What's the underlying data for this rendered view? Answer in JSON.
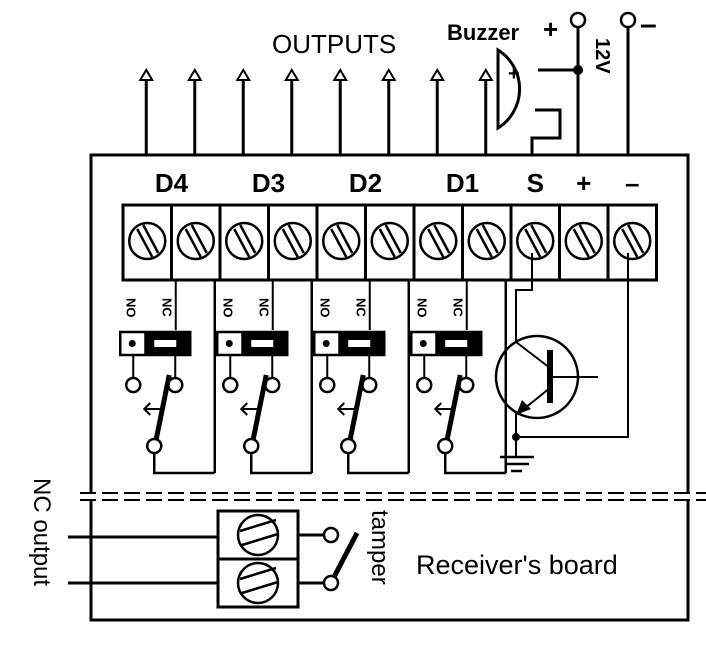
{
  "title": "Receiver relay outputs wiring diagram",
  "labels": {
    "outputs": "OUTPUTS",
    "buzzer": "Buzzer",
    "buzzer_plus_sign": "+",
    "buzzer_symbol_plus": "+",
    "supply_plus": "+",
    "supply_minus": "–",
    "supply_voltage": "12V",
    "nc_output": "NC output",
    "tamper": "tamper",
    "receiver_board": "Receiver's board"
  },
  "terminals": [
    {
      "label": "D4",
      "pins": 2
    },
    {
      "label": "D3",
      "pins": 2
    },
    {
      "label": "D2",
      "pins": 2
    },
    {
      "label": "D1",
      "pins": 2
    },
    {
      "label": "S",
      "pins": 1
    },
    {
      "label": "+",
      "pins": 1
    },
    {
      "label": "–",
      "pins": 1
    }
  ],
  "relays": [
    {
      "name": "D4",
      "no_label": "NO",
      "nc_label": "NC",
      "jumper": "NC"
    },
    {
      "name": "D3",
      "no_label": "NO",
      "nc_label": "NC",
      "jumper": "NC"
    },
    {
      "name": "D2",
      "no_label": "NO",
      "nc_label": "NC",
      "jumper": "NC"
    },
    {
      "name": "D1",
      "no_label": "NO",
      "nc_label": "NC",
      "jumper": "NC"
    }
  ],
  "output_arrows": 8,
  "colors": {
    "line": "#000000",
    "background": "#ffffff"
  }
}
